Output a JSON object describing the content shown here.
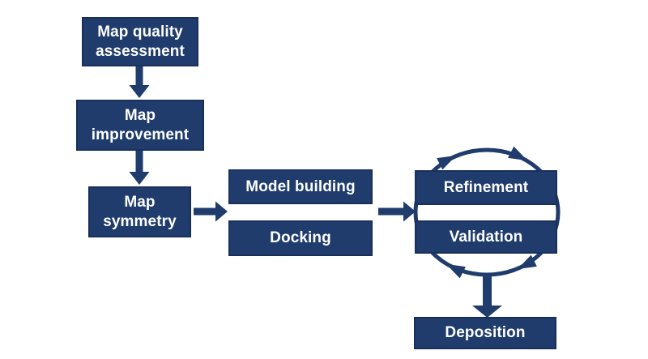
{
  "diagram": {
    "type": "flowchart",
    "background_color": "#ffffff",
    "colors": {
      "box_fill": "#1f3c6c",
      "box_border": "#18305a",
      "arrow": "#1f3c6c",
      "text": "#ffffff"
    },
    "nodes": {
      "map_quality": {
        "label": "Map quality\nassessment"
      },
      "map_improvement": {
        "label": "Map\nimprovement"
      },
      "map_symmetry": {
        "label": "Map\nsymmetry"
      },
      "model_building": {
        "label": "Model building"
      },
      "docking": {
        "label": "Docking"
      },
      "refinement": {
        "label": "Refinement"
      },
      "validation": {
        "label": "Validation"
      },
      "deposition": {
        "label": "Deposition"
      }
    },
    "connectors": [
      {
        "name": "arrow-map-quality-to-map-improvement",
        "type": "thick-arrow",
        "direction": "down"
      },
      {
        "name": "arrow-map-improvement-to-map-symmetry",
        "type": "thick-arrow",
        "direction": "down"
      },
      {
        "name": "arrow-map-symmetry-to-building-docking",
        "type": "thick-arrow",
        "direction": "right"
      },
      {
        "name": "arrow-building-docking-to-refinement-validation",
        "type": "thick-arrow",
        "direction": "right"
      },
      {
        "name": "refinement-validation-cycle",
        "type": "ellipse-cycle",
        "direction": "clockwise",
        "arrowhead_count": 4
      },
      {
        "name": "arrow-cycle-to-deposition",
        "type": "thick-arrow",
        "direction": "down"
      }
    ]
  }
}
